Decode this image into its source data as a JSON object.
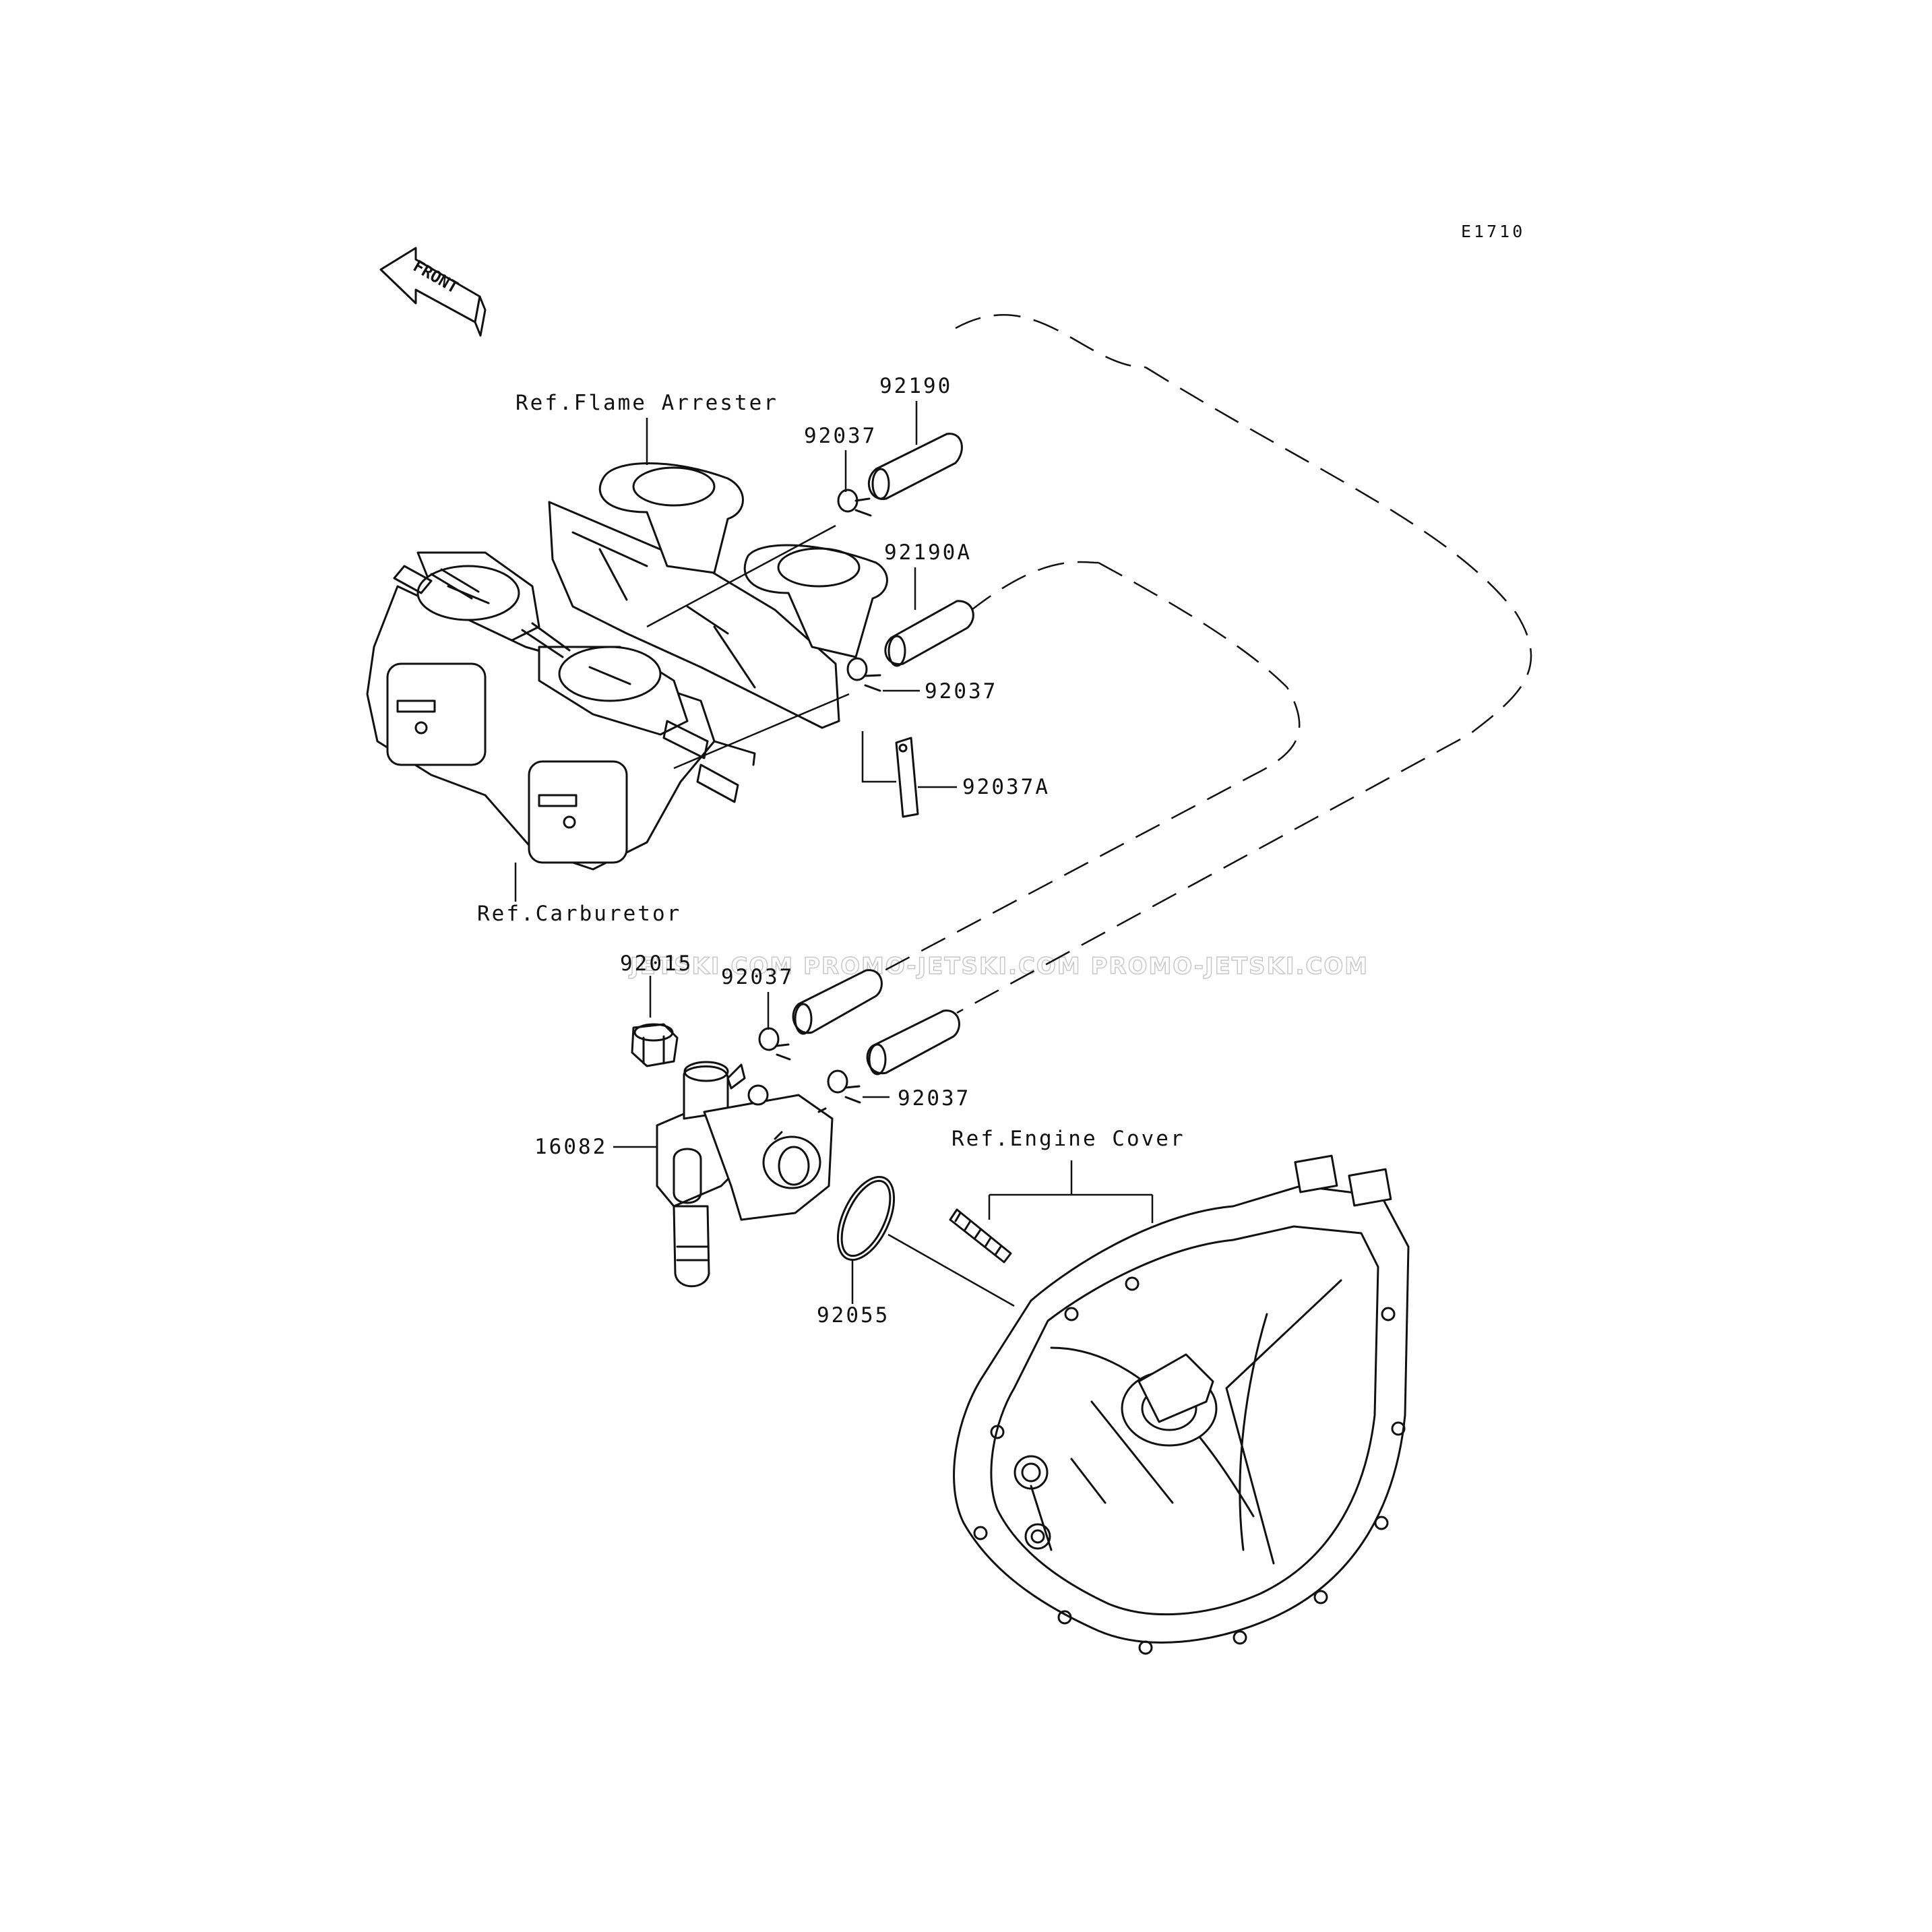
{
  "diagram_code": "E1710",
  "front_label": "FRONT",
  "references": {
    "flame_arrester": "Ref.Flame Arrester",
    "carburetor": "Ref.Carburetor",
    "engine_cover": "Ref.Engine Cover"
  },
  "callouts": {
    "hose_upper": "92190",
    "clamp_upper": "92037",
    "hose_upper_a": "92190A",
    "clamp_mid": "92037",
    "clamp_a": "92037A",
    "nut": "92015",
    "clamp_pump_upper": "92037",
    "clamp_pump_lower": "92037",
    "fuel_pump": "16082",
    "o_ring": "92055"
  },
  "watermark": "JETSKI.COM  PROMO-JETSKI.COM  PROMO-JETSKI.COM",
  "colors": {
    "ink": "#111111",
    "paper": "#ffffff",
    "watermark": "#c8c8c8"
  }
}
